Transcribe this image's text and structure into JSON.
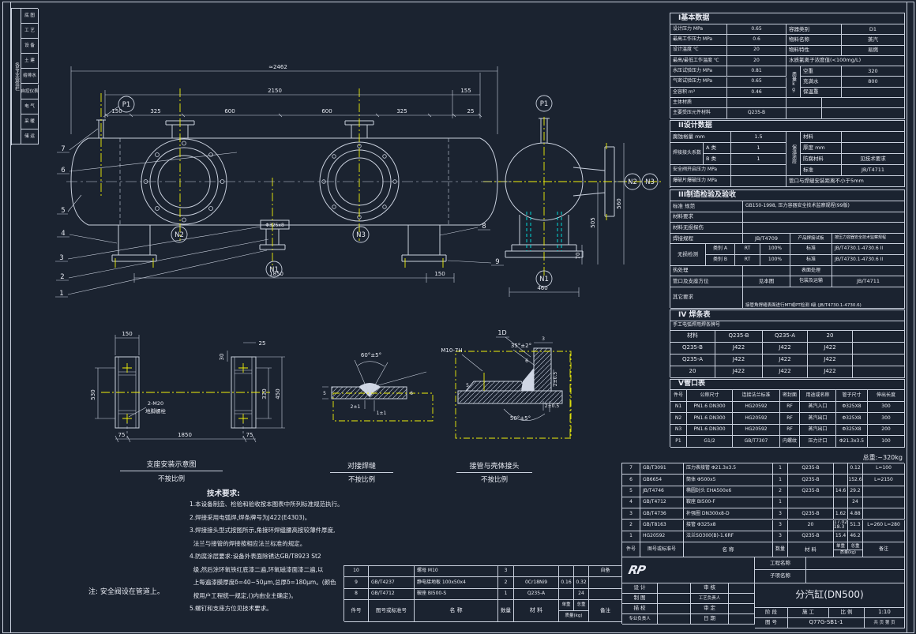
{
  "signoff": {
    "vertical": "各专业会签栏",
    "rows": [
      [
        "底 图"
      ],
      [
        "工 艺"
      ],
      [
        "设 备"
      ],
      [
        "土 建"
      ],
      [
        "给排水"
      ],
      [
        "自控仪表"
      ],
      [
        "电 气"
      ],
      [
        "采 暖"
      ],
      [
        "储 运"
      ]
    ]
  },
  "basic": {
    "title": "I基本数据",
    "left": [
      [
        "设计压力   MPa",
        "0.65"
      ],
      [
        "最高工作压力 MPa",
        "0.6"
      ],
      [
        "设计温度   ℃",
        "20"
      ],
      [
        "最高/最低工作温度 ℃",
        "20"
      ],
      [
        "水压试验压力 MPa",
        "0.81"
      ],
      [
        "气密试验压力 MPa",
        "0.65"
      ],
      [
        "全容积    m³",
        "0.46"
      ],
      [
        "主体材质",
        ""
      ],
      [
        "主要受压元件材料",
        "Q235-B"
      ]
    ],
    "right": [
      [
        "容器类别",
        "D1"
      ],
      [
        "物料名称",
        "蒸汽"
      ],
      [
        "物料特性",
        "易燃"
      ]
    ],
    "chloride": "水质氯离子浓度值(<100mg/L)",
    "mass_label": "质量kg",
    "mass": [
      [
        "空重",
        "320"
      ],
      [
        "充满水",
        "800"
      ],
      [
        "保温重",
        ""
      ]
    ]
  },
  "design": {
    "title": "II设计数据",
    "row1": [
      [
        "腐蚀裕量 mm",
        "1.5"
      ]
    ],
    "joint_label": "焊接接头系数",
    "joint": [
      [
        "A 类",
        "1"
      ],
      [
        "B 类",
        "1"
      ]
    ],
    "row2": [
      [
        "安全阀开启压力 MPa",
        ""
      ],
      [
        "爆破片爆破压力 MPa",
        ""
      ]
    ],
    "ins_vertical": "保温涂层",
    "ins": [
      [
        "材料",
        ""
      ],
      [
        "厚度 mm",
        ""
      ],
      [
        "防腐材料",
        "见技术要求"
      ],
      [
        "标准",
        "JB/T4711"
      ]
    ],
    "note": "管口与焊缝安装距离不小于5mm"
  },
  "inspection": {
    "title": "III制造检验及验收",
    "std_label": "标准 规范",
    "std": "GB150-1998,  压力容器安全技术监察规程(99版)",
    "mat_label": "材料要求",
    "mat": "",
    "ndtmat_label": "材料无损探伤",
    "ndtmat": "",
    "weld_label": "焊接规程",
    "weld": "JB/T4709",
    "plate_label": "产品焊接试板",
    "plate": "按压力容器安全技术监察规程",
    "ndt_label": "无损检测",
    "ndt": [
      [
        "类别 A",
        "RT",
        "100%",
        "标准",
        "JB/T4730.1-4730.6   II"
      ],
      [
        "类别 B",
        "RT",
        "100%",
        "标准",
        "JB/T4730.1-4730.6   II"
      ]
    ],
    "heat_label": "热处理",
    "heat": "",
    "surface_label": "表面处理",
    "surface": "",
    "noz_label": "管口及支座方位",
    "noz": "见本图",
    "pack_label": "包装及运输",
    "pack": "JB/T4711",
    "other_label": "其它要求",
    "other": "接管角焊缝表面进行MT或PT检测  I级  (JB/T4730.1-4730.6)"
  },
  "rods": {
    "title": "IV 焊条表",
    "note": "手工电弧焊用焊条牌号",
    "rows": [
      [
        "材料",
        "Q235-B",
        "Q235-A",
        "20",
        ""
      ],
      [
        "Q235-B",
        "J422",
        "J422",
        "J422",
        ""
      ],
      [
        "Q235-A",
        "J422",
        "J422",
        "J422",
        ""
      ],
      [
        "20",
        "J422",
        "J422",
        "J422",
        ""
      ]
    ]
  },
  "noz": {
    "title": "V管口表",
    "rows": [
      [
        "件号",
        "公称尺寸",
        "连接法兰标准",
        "密封面",
        "用途或名称",
        "管子尺寸",
        "伸出长度"
      ],
      [
        "N1",
        "PN1.6 DN300",
        "HG20592",
        "RF",
        "蒸汽入口",
        "Φ325X8",
        "300"
      ],
      [
        "N2",
        "PN1.6 DN300",
        "HG20592",
        "RF",
        "蒸汽出口",
        "Φ325X8",
        "300"
      ],
      [
        "N3",
        "PN1.6 DN300",
        "HG20592",
        "RF",
        "蒸汽出口",
        "Φ325X8",
        "200"
      ],
      [
        "P1",
        "G1/2",
        "GB/T7307",
        "内螺纹",
        "压力计口",
        "Φ21.3x3.5",
        "100"
      ]
    ]
  },
  "bomh": {
    "c1": "件号",
    "c2": "图号或标准号",
    "c3": "名    称",
    "c4": "数量",
    "c5": "材  料",
    "c6": "单重",
    "c7": "总重",
    "c8": "备注",
    "mass": "质量(kg)"
  },
  "bomr": {
    "total": "总重:~320kg",
    "rows": [
      [
        "7",
        "GB/T3091",
        "压力表接管 Φ21.3x3.5",
        "1",
        "Q235-B",
        "",
        "0.12",
        "L=100"
      ],
      [
        "6",
        "GB6654",
        "筒体 Φ500x5",
        "1",
        "Q235-B",
        "",
        "152.6",
        "L=2150"
      ],
      [
        "5",
        "JB/T4746",
        "椭圆封头 EHA500x6",
        "2",
        "Q235-B",
        "14.6",
        "29.2",
        ""
      ],
      [
        "4",
        "GB/T4712",
        "鞍座 BI500-F",
        "1",
        "",
        "",
        "24",
        ""
      ],
      [
        "3",
        "GB/T4736",
        "补强圈 DN300x8-D",
        "3",
        "Q235-B",
        "1.62",
        "4.88",
        ""
      ],
      [
        "2",
        "GB/T8163",
        "接管 Φ325x8",
        "3",
        "20",
        "17.02 18.3",
        "51.3",
        "L=260 L=280"
      ],
      [
        "1",
        "HG20592",
        "法兰SO300(B)-1.6RF",
        "3",
        "Q235-B",
        "15.4",
        "46.2",
        ""
      ]
    ]
  },
  "boml": {
    "rows": [
      [
        "10",
        "",
        "螺母 M10",
        "3",
        "",
        "",
        "",
        "自备"
      ],
      [
        "9",
        "GB/T4237",
        "静电接地板 100x50x4",
        "2",
        "0Cr18Ni9",
        "0.16",
        "0.32",
        ""
      ],
      [
        "8",
        "GB/T4712",
        "鞍座 BI500-S",
        "1",
        "Q235-A",
        "",
        "24",
        ""
      ]
    ]
  },
  "tb": {
    "logo": "RP",
    "project_label": "工程名称",
    "project": "",
    "sub_label": "子项名称",
    "sub": "",
    "sign": [
      [
        "设  计",
        "审  核"
      ],
      [
        "制  图",
        "工艺负责人"
      ],
      [
        "描  校",
        "审  定"
      ],
      [
        "专业负责人",
        "日  期"
      ]
    ],
    "title": "分汽缸(DN500)",
    "stage_label": "阶  段",
    "stage": "施  工",
    "scale_label": "比  例",
    "scale": "1:10",
    "dwg_label": "图  号",
    "dwg": "Q77G-SB1-1",
    "sheet": "共  页  第  页"
  },
  "notes": {
    "title": "技术要求:",
    "lines": [
      "1.本设备制造、检验和验收按本图表中所列标准规范执行。",
      "2.焊接采用电弧焊,焊条牌号为J422(E4303)。",
      "3.焊接接头型式按图所示,角接环焊缝腰高按较薄件厚度,",
      "  法兰与接管的焊接按相应法兰标准的规定。",
      "4.防腐涂层要求:设备外表面除锈达GB/T8923 St2",
      "  级,然后涂环氧铁红底漆二遍,环氧磁漆面漆二遍,以",
      "  上每遍漆膜厚度δ=40~50μm,总厚δ=180μm。(颜色",
      "  按用户工程统一规定,()内由业主确定)。",
      "5.螺钉和支座方位见技术要求。"
    ],
    "bottom": "注: 安全阀设在管道上。"
  },
  "cap": {
    "support_a": "支座安装示意图",
    "support_b": "不按比例",
    "butt_a": "对接焊缝",
    "butt_b": "不按比例",
    "nozzle_a": "接管与壳体接头",
    "nozzle_b": "不按比例"
  },
  "dwg": {
    "balloons": {
      "p1": "P1",
      "n1": "N1",
      "n2": "N2",
      "n3": "N3"
    },
    "nums": [
      "1",
      "2",
      "3",
      "4",
      "5",
      "6",
      "7",
      "8",
      "9"
    ],
    "front": {
      "overall": "≈2462",
      "len": "2150",
      "r155": "155",
      "d150": "150",
      "d325": "325",
      "d600": "600",
      "d25": "25",
      "span": "1850",
      "off": "150",
      "pipe": "Φ325x8"
    },
    "side": {
      "h560": "560",
      "h505": "505",
      "h70": "70",
      "w460": "460"
    },
    "sup": {
      "w150": "150",
      "t25": "25",
      "t30": "30",
      "h530": "530",
      "h330": "330",
      "h450": "450",
      "m75": "75",
      "span": "1850",
      "bolt": "2-M20",
      "bolt2": "地脚螺栓"
    },
    "w1": {
      "a": "60°±5°",
      "t5": "5",
      "t6": "6",
      "g1": "2±1",
      "g2": "1±1"
    },
    "w2": {
      "tag": "1D",
      "thr": "M10-7H",
      "a1": "35°±2°",
      "d3": "3",
      "d6": "6",
      "g1": "2±0.5",
      "g2": "2±0.5",
      "a2": "50°±5°",
      "t5": "5"
    }
  }
}
